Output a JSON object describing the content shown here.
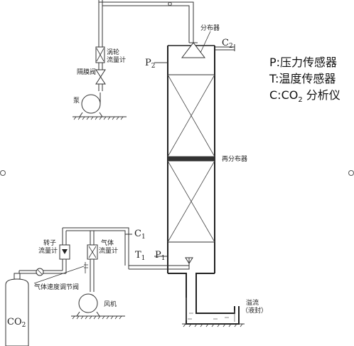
{
  "labels": {
    "distributor": "分布器",
    "c2": "C",
    "c2_sub": "2",
    "p2": "P",
    "p2_sub": "2",
    "turbine_line1": "涡轮",
    "turbine_line2": "流量计",
    "diaphragm_valve": "隔膜阀",
    "pump": "泵",
    "redistributor": "再分布器",
    "c1": "C",
    "c1_sub": "1",
    "t1": "T",
    "t1_sub": "1",
    "p1": "P",
    "p1_sub": "1",
    "rotameter_line1": "转子",
    "rotameter_line2": "流量计",
    "gas_line1": "气体",
    "gas_line2": "流量计",
    "speed_valve": "气体速度调节阀",
    "fan": "风机",
    "overflow_line1": "溢流",
    "overflow_line2": "（液封）",
    "co2_bottle": "CO",
    "co2_bottle_sub": "2"
  },
  "legend": {
    "line1": "P:压力传感器",
    "line2": "T:温度传感器",
    "line3_pre": "C:CO",
    "line3_sub": "2",
    "line3_post": " 分析仪"
  }
}
